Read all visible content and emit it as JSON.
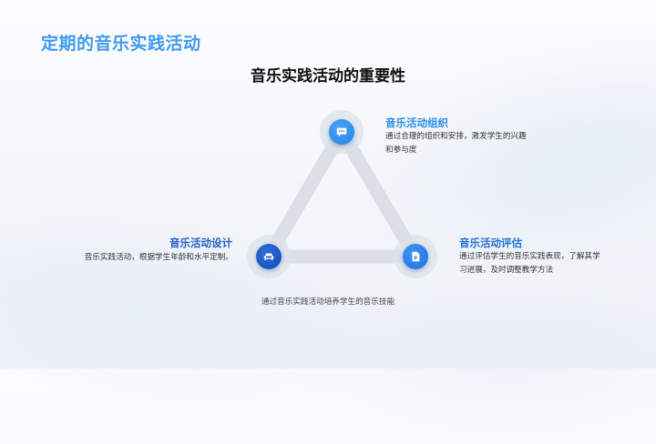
{
  "slide": {
    "title": "定期的音乐实践活动",
    "section_title": "音乐实践活动的重要性",
    "footer_note": "通过音乐实践活动培养学生的音乐技能"
  },
  "colors": {
    "title_blue": "#3f9bf0",
    "node_top": "#2f8ef0",
    "node_left": "#1a56c4",
    "node_right": "#2a7de8",
    "heading_blue": "#1f6fd6",
    "triangle_stroke": "#d9dde3"
  },
  "nodes": [
    {
      "id": "top",
      "icon": "chat-bubble-icon",
      "heading": "音乐活动组织",
      "text_lines": [
        "通过合理的组织和安排，激发学生的兴趣",
        "和参与度"
      ]
    },
    {
      "id": "left",
      "icon": "sofa-icon",
      "heading": "音乐活动设计",
      "text_lines": [
        "音乐实践活动，根据学生年龄和水平定制。"
      ]
    },
    {
      "id": "right",
      "icon": "ppt-file-icon",
      "heading": "音乐活动评估",
      "text_lines": [
        "通过评估学生的音乐实践表现，了解其学",
        "习进展，及时调整教学方法"
      ]
    }
  ]
}
